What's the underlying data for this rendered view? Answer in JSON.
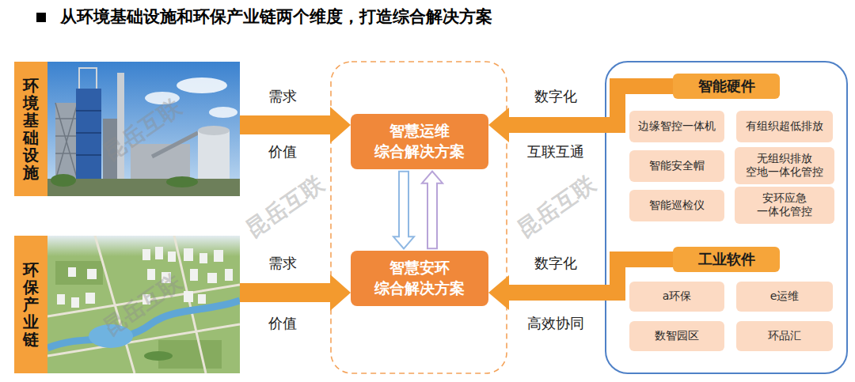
{
  "diagram": {
    "title": "从环境基础设施和环保产业链两个维度，打造综合解决方案",
    "nodes": [
      {
        "text": [
          "环境基础设施"
        ]
      },
      {
        "text": [
          "环保产业链"
        ]
      },
      {
        "text": [
          "智慧运维 综合解决方案"
        ]
      },
      {
        "text": [
          "智慧安环 综合解决方案"
        ]
      },
      {
        "text": [
          "智能硬件"
        ]
      },
      {
        "text": [
          "边缘智控一体机"
        ]
      },
      {
        "text": [
          "有组织超低排放"
        ]
      },
      {
        "text": [
          "智能安全帽"
        ]
      },
      {
        "text": [
          "无组织排放 空地一体化管控"
        ]
      },
      {
        "text": [
          "智能巡检仪"
        ]
      },
      {
        "text": [
          "安环应急 一体化管控"
        ]
      },
      {
        "text": [
          "工业软件"
        ]
      },
      {
        "text": [
          "a环保"
        ]
      },
      {
        "text": [
          "e运维"
        ]
      },
      {
        "text": [
          "数智园区"
        ]
      },
      {
        "text": [
          "环品汇"
        ]
      }
    ],
    "edges": [
      {
        "from": 0,
        "to": 2,
        "arrow": "to"
      },
      {
        "from": 1,
        "to": 3,
        "arrow": "to"
      },
      {
        "from": 2,
        "to": 3,
        "arrow": "to"
      },
      {
        "from": 3,
        "to": 2,
        "arrow": "to"
      },
      {
        "from": 4,
        "to": 2,
        "arrow": "to"
      },
      {
        "from": 11,
        "to": 3,
        "arrow": "to"
      }
    ],
    "labels": [
      "需求",
      "价值",
      "需求",
      "价值",
      "数字化",
      "互联互通",
      "数字化",
      "高效协同",
      "昆岳互联",
      "昆岳互联",
      "昆岳互联",
      "昆岳互联"
    ]
  }
}
